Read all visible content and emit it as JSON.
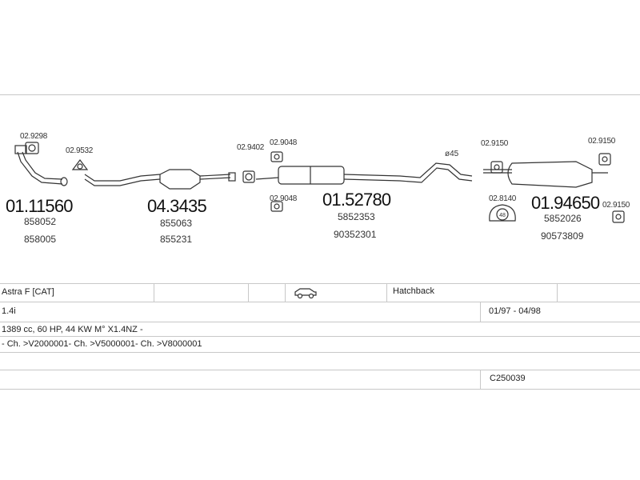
{
  "diagram": {
    "clamp_labels": {
      "c1": "02.9298",
      "c2": "02.9532",
      "c3": "02.9402",
      "c4": "02.9048",
      "c5": "02.9048",
      "c6": "02.9150",
      "c7": "02.9150",
      "c8": "02.8140",
      "c9": "02.9150"
    },
    "sections": [
      {
        "main": "01.11560",
        "refs": [
          "858052",
          "858005"
        ]
      },
      {
        "main": "04.3435",
        "refs": [
          "855063",
          "855231"
        ]
      },
      {
        "main": "01.52780",
        "refs": [
          "5852353",
          "90352301"
        ]
      },
      {
        "main": "01.94650",
        "refs": [
          "5852026",
          "90573809"
        ]
      }
    ],
    "pipe_marker": "ø45",
    "ring_label": "48"
  },
  "table": {
    "model": "Astra F  [CAT]",
    "body_type": "Hatchback",
    "body_icon": "car-icon",
    "engine": "1.4i",
    "period": "01/97 - 04/98",
    "engine_spec": "1389 cc, 60 HP, 44 KW M° X1.4NZ -",
    "chassis": "- Ch. >V2000001- Ch. >V5000001- Ch. >V8000001",
    "code": "C250039"
  }
}
